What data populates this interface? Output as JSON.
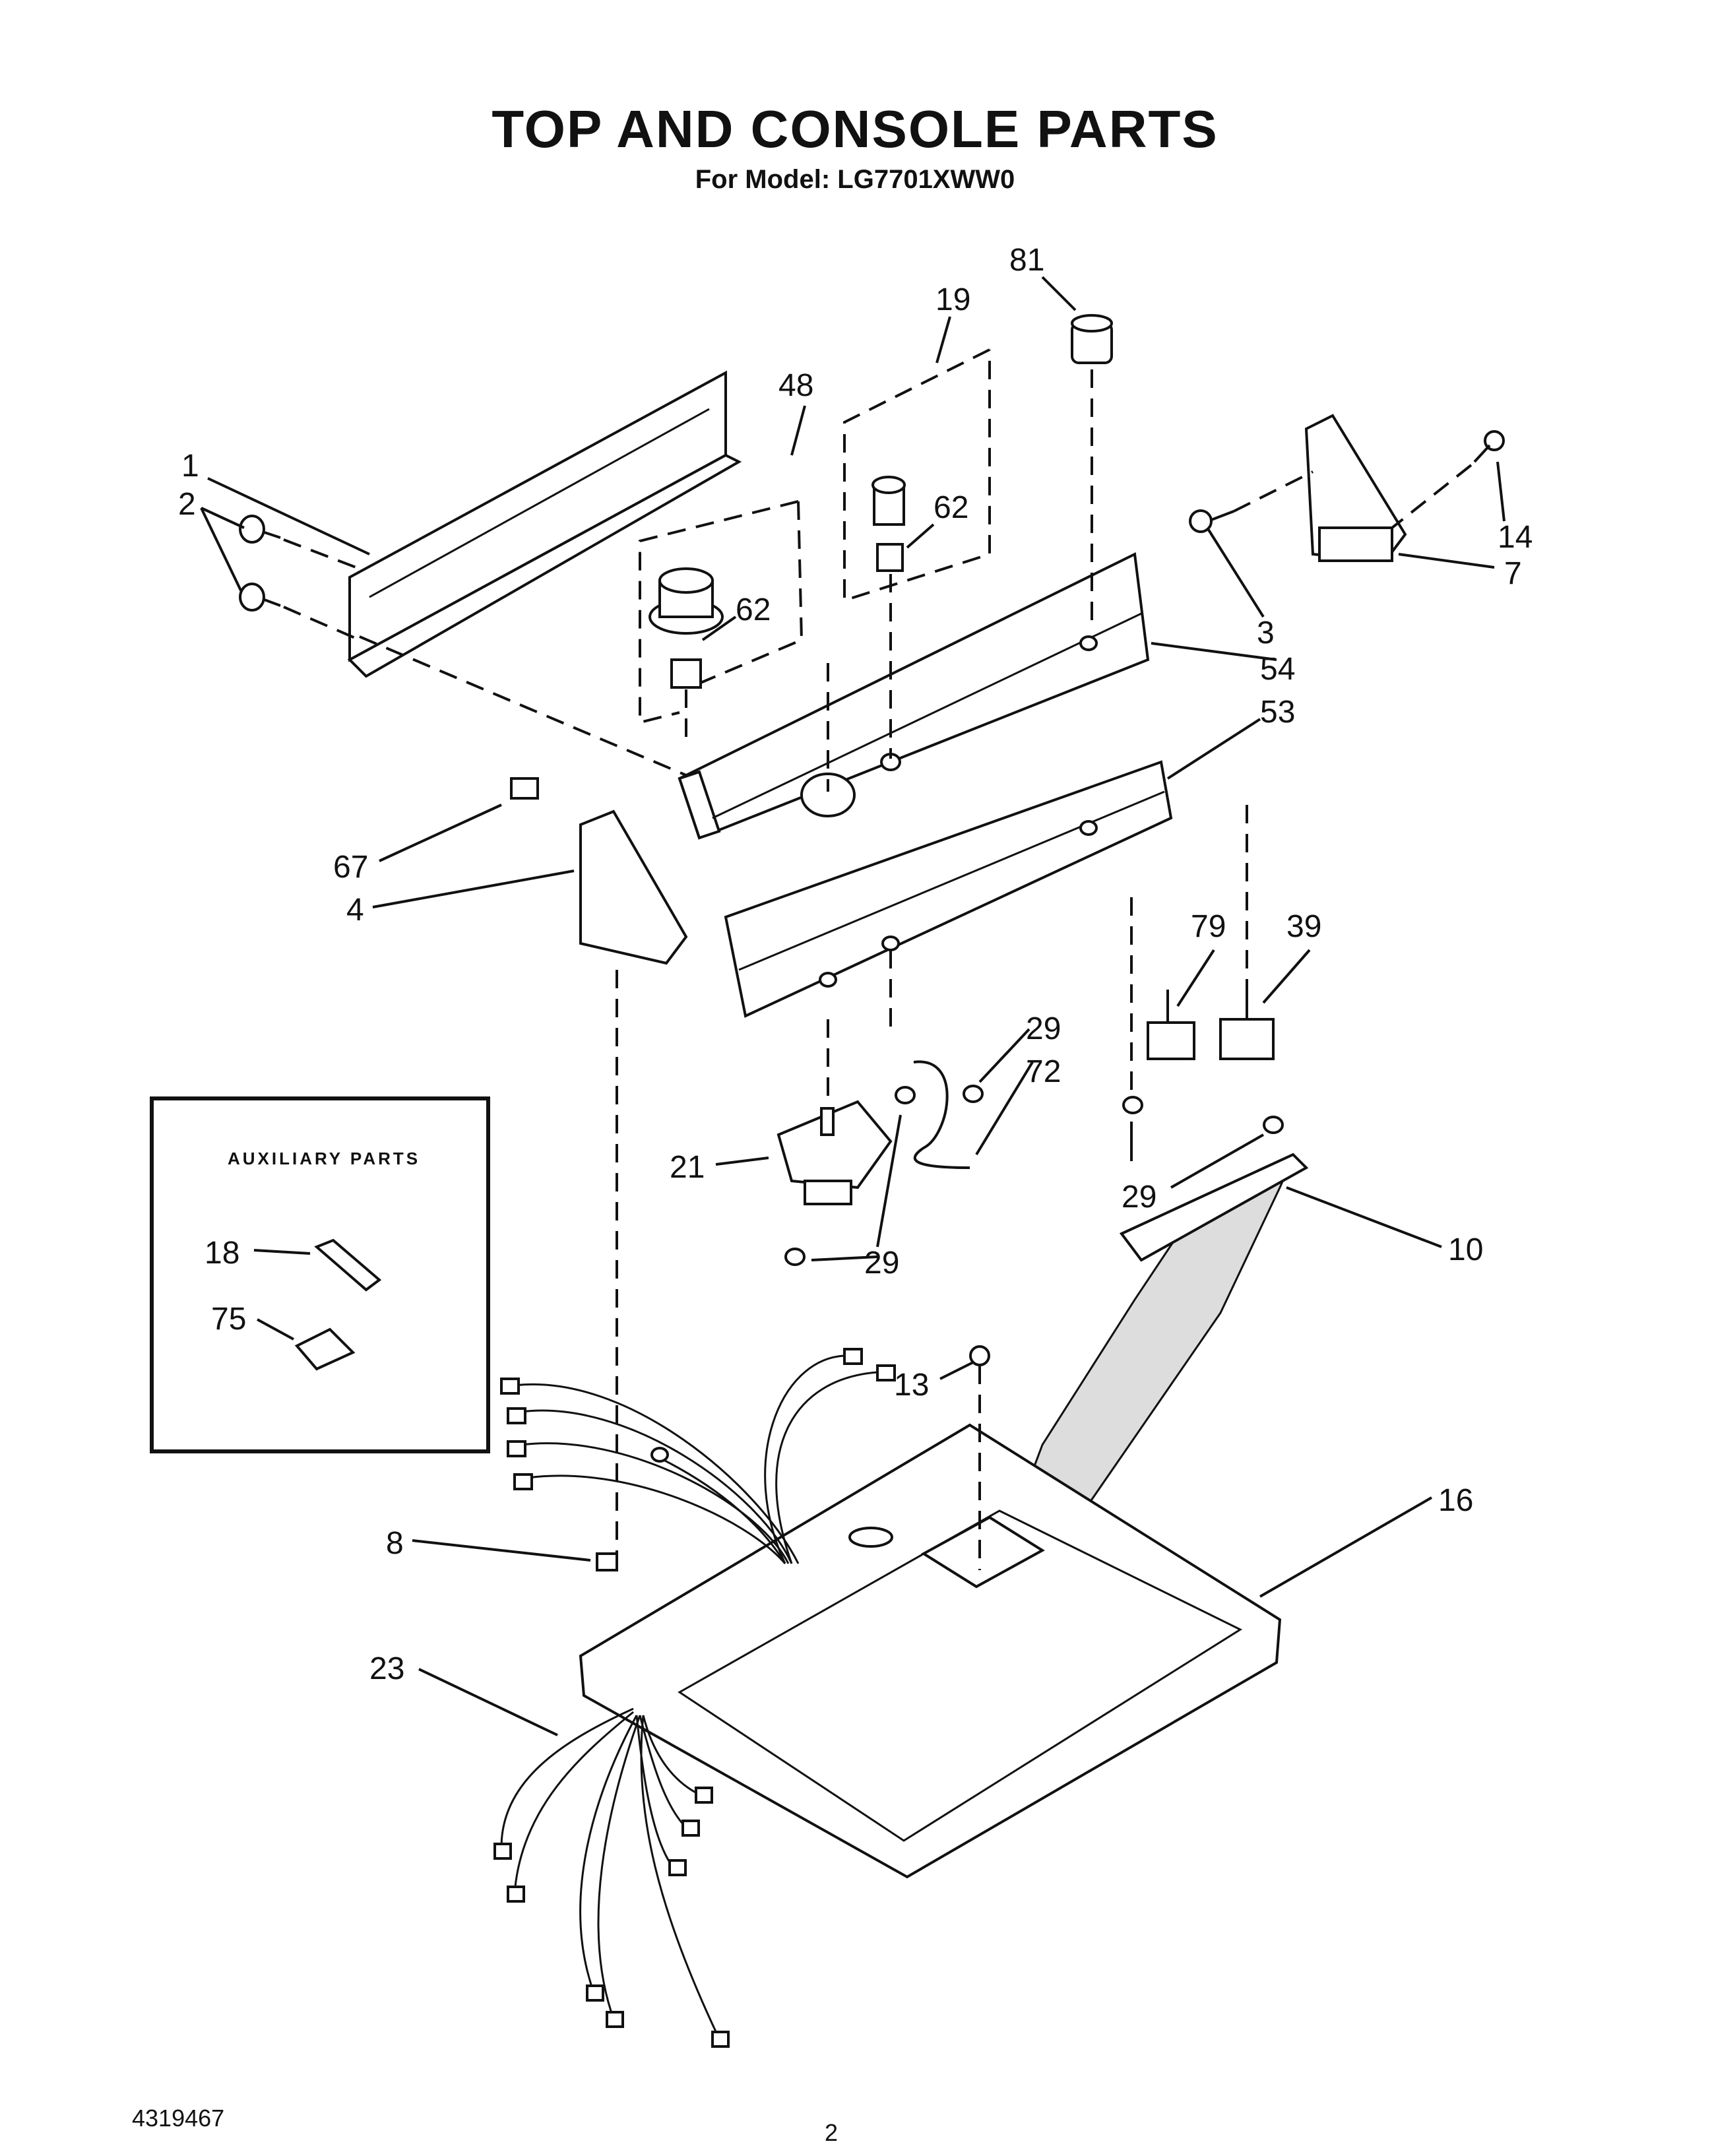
{
  "header": {
    "title": "TOP AND CONSOLE PARTS",
    "subtitle": "For Model: LG7701XWW0"
  },
  "auxiliary": {
    "title": "AUXILIARY PARTS"
  },
  "callouts": [
    "1",
    "2",
    "3",
    "4",
    "7",
    "8",
    "10",
    "13",
    "14",
    "16",
    "18",
    "19",
    "21",
    "23",
    "29",
    "39",
    "48",
    "53",
    "54",
    "62",
    "67",
    "72",
    "75",
    "79",
    "81"
  ],
  "footer": {
    "doc_number": "4319467",
    "page_number": "2"
  }
}
